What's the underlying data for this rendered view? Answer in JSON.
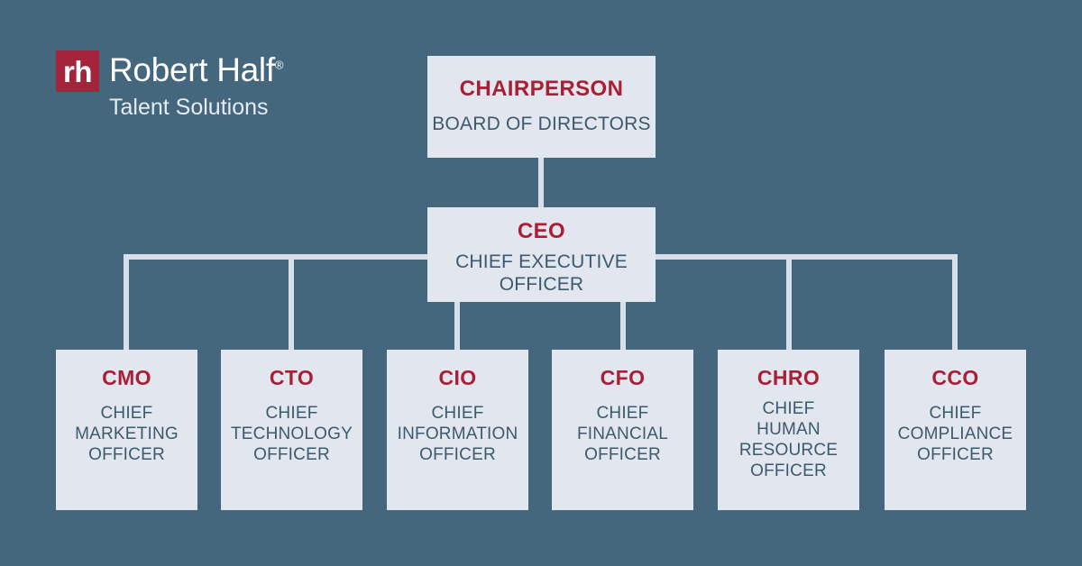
{
  "brand": {
    "mark_text": "rh",
    "name": "Robert Half",
    "registered": "®",
    "tagline": "Talent Solutions",
    "mark_color": "#A4243B"
  },
  "theme": {
    "background": "#44677E",
    "box_fill": "#E2E6EF",
    "title_color": "#A81F36",
    "subtitle_color": "#3D5A6C",
    "connector_color": "#D8DEEA"
  },
  "chart_data": {
    "type": "diagram",
    "diagram_kind": "organizational-chart",
    "levels": 3,
    "nodes": [
      {
        "id": "chairperson",
        "title": "CHAIRPERSON",
        "subtitle": "BOARD OF DIRECTORS",
        "level": 0,
        "parent": null
      },
      {
        "id": "ceo",
        "title": "CEO",
        "subtitle": "CHIEF EXECUTIVE OFFICER",
        "level": 1,
        "parent": "chairperson"
      },
      {
        "id": "cmo",
        "title": "CMO",
        "subtitle": "CHIEF MARKETING OFFICER",
        "level": 2,
        "parent": "ceo"
      },
      {
        "id": "cto",
        "title": "CTO",
        "subtitle": "CHIEF TECHNOLOGY OFFICER",
        "level": 2,
        "parent": "ceo"
      },
      {
        "id": "cio",
        "title": "CIO",
        "subtitle": "CHIEF INFORMATION OFFICER",
        "level": 2,
        "parent": "ceo"
      },
      {
        "id": "cfo",
        "title": "CFO",
        "subtitle": "CHIEF FINANCIAL OFFICER",
        "level": 2,
        "parent": "ceo"
      },
      {
        "id": "chro",
        "title": "CHRO",
        "subtitle": "CHIEF HUMAN RESOURCE OFFICER",
        "level": 2,
        "parent": "ceo"
      },
      {
        "id": "cco",
        "title": "CCO",
        "subtitle": "CHIEF COMPLIANCE OFFICER",
        "level": 2,
        "parent": "ceo"
      }
    ],
    "edges": [
      {
        "from": "chairperson",
        "to": "ceo"
      },
      {
        "from": "ceo",
        "to": "cmo"
      },
      {
        "from": "ceo",
        "to": "cto"
      },
      {
        "from": "ceo",
        "to": "cio"
      },
      {
        "from": "ceo",
        "to": "cfo"
      },
      {
        "from": "ceo",
        "to": "chro"
      },
      {
        "from": "ceo",
        "to": "cco"
      }
    ]
  },
  "chairperson": {
    "title": "CHAIRPERSON",
    "subtitle": "BOARD OF DIRECTORS"
  },
  "ceo": {
    "title": "CEO",
    "subtitle_line1": "CHIEF EXECUTIVE",
    "subtitle_line2": "OFFICER"
  },
  "leaves": [
    {
      "title": "CMO",
      "line1": "CHIEF",
      "line2": "MARKETING",
      "line3": "OFFICER",
      "line4": ""
    },
    {
      "title": "CTO",
      "line1": "CHIEF",
      "line2": "TECHNOLOGY",
      "line3": "OFFICER",
      "line4": ""
    },
    {
      "title": "CIO",
      "line1": "CHIEF",
      "line2": "INFORMATION",
      "line3": "OFFICER",
      "line4": ""
    },
    {
      "title": "CFO",
      "line1": "CHIEF",
      "line2": "FINANCIAL",
      "line3": "OFFICER",
      "line4": ""
    },
    {
      "title": "CHRO",
      "line1": "CHIEF",
      "line2": "HUMAN",
      "line3": "RESOURCE",
      "line4": "OFFICER"
    },
    {
      "title": "CCO",
      "line1": "CHIEF",
      "line2": "COMPLIANCE",
      "line3": "OFFICER",
      "line4": ""
    }
  ]
}
